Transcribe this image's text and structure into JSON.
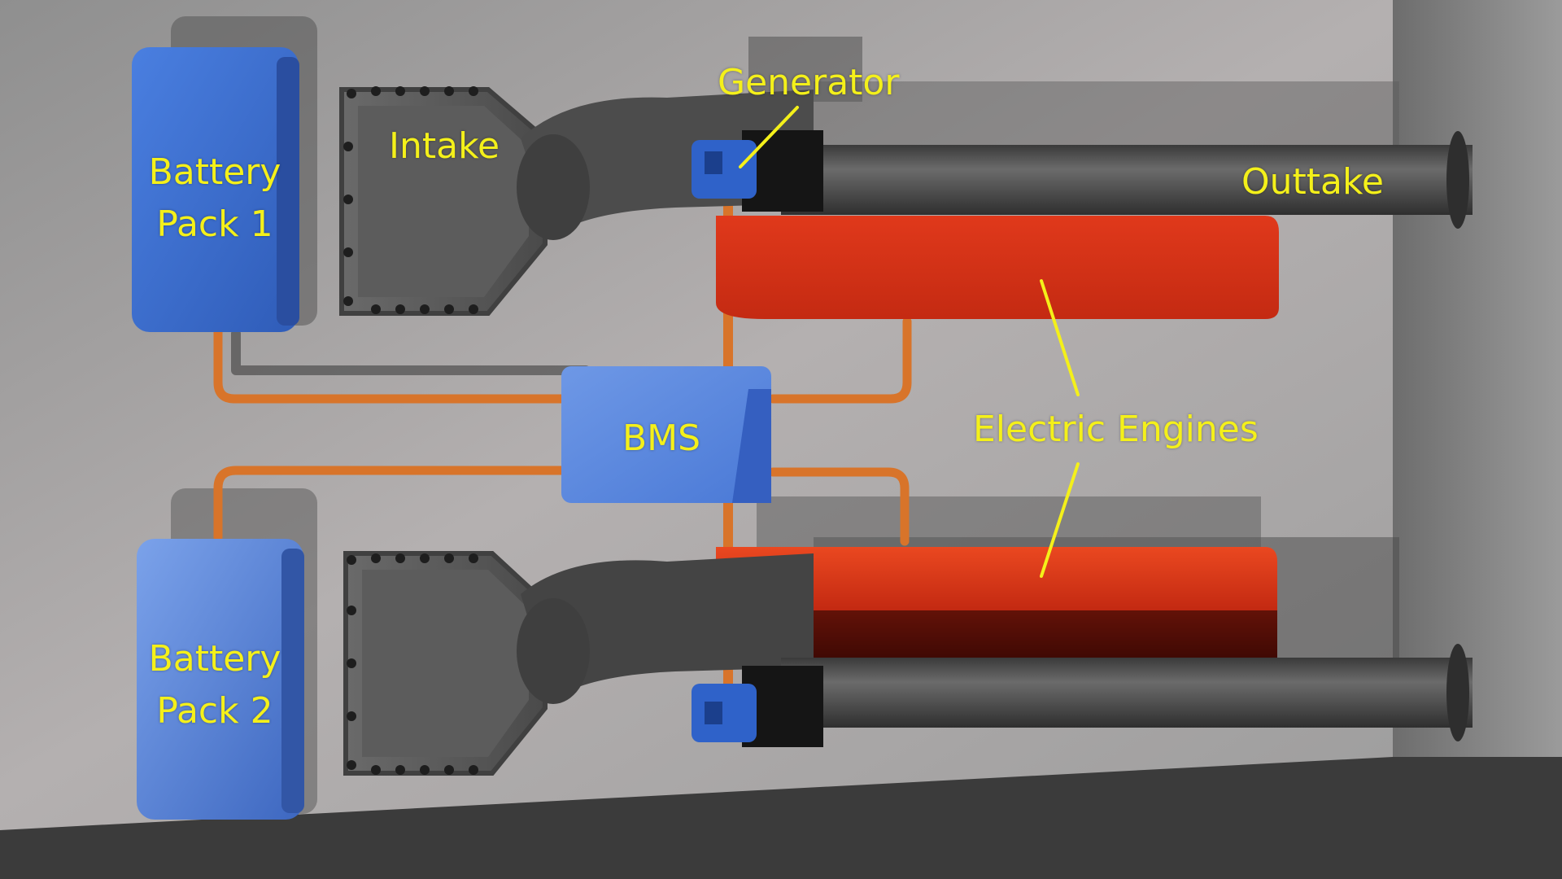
{
  "labels": {
    "battery_pack_1": {
      "line1": "Battery",
      "line2": "Pack 1"
    },
    "battery_pack_2": {
      "line1": "Battery",
      "line2": "Pack 2"
    },
    "intake": "Intake",
    "generator": "Generator",
    "outtake": "Outtake",
    "bms": "BMS",
    "electric_engines": "Electric Engines"
  },
  "colors": {
    "label": "#f4f01a",
    "battery_blue": "#4f84dd",
    "engine_red": "#d9321a",
    "cable_orange": "#d8742a",
    "pipe_grey": "#4a4a4a",
    "wall": "#a9a9a9"
  }
}
